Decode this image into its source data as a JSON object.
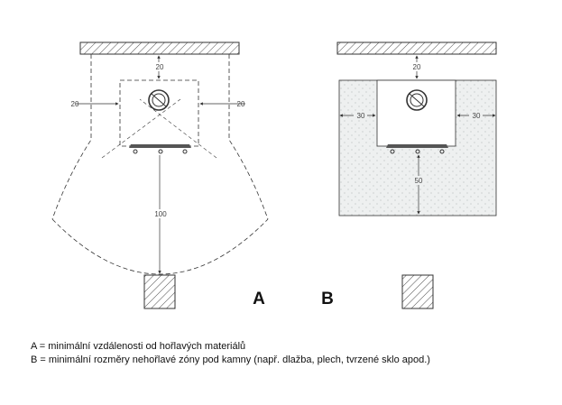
{
  "labels": {
    "a": "A",
    "b": "B"
  },
  "dimensions": {
    "a_top": "20",
    "a_left": "20",
    "a_right": "20",
    "a_front": "100",
    "b_top": "20",
    "b_left": "30",
    "b_right": "30",
    "b_front": "50"
  },
  "legend": {
    "line_a": "A = minimální vzdálenosti od hořlavých materiálů",
    "line_b": "B = minimální rozměry nehořlavé zóny pod kamny (např. dlažba, plech, tvrzené sklo apod.)"
  },
  "colors": {
    "line": "#333333",
    "zone_fill": "#eef0f0"
  }
}
